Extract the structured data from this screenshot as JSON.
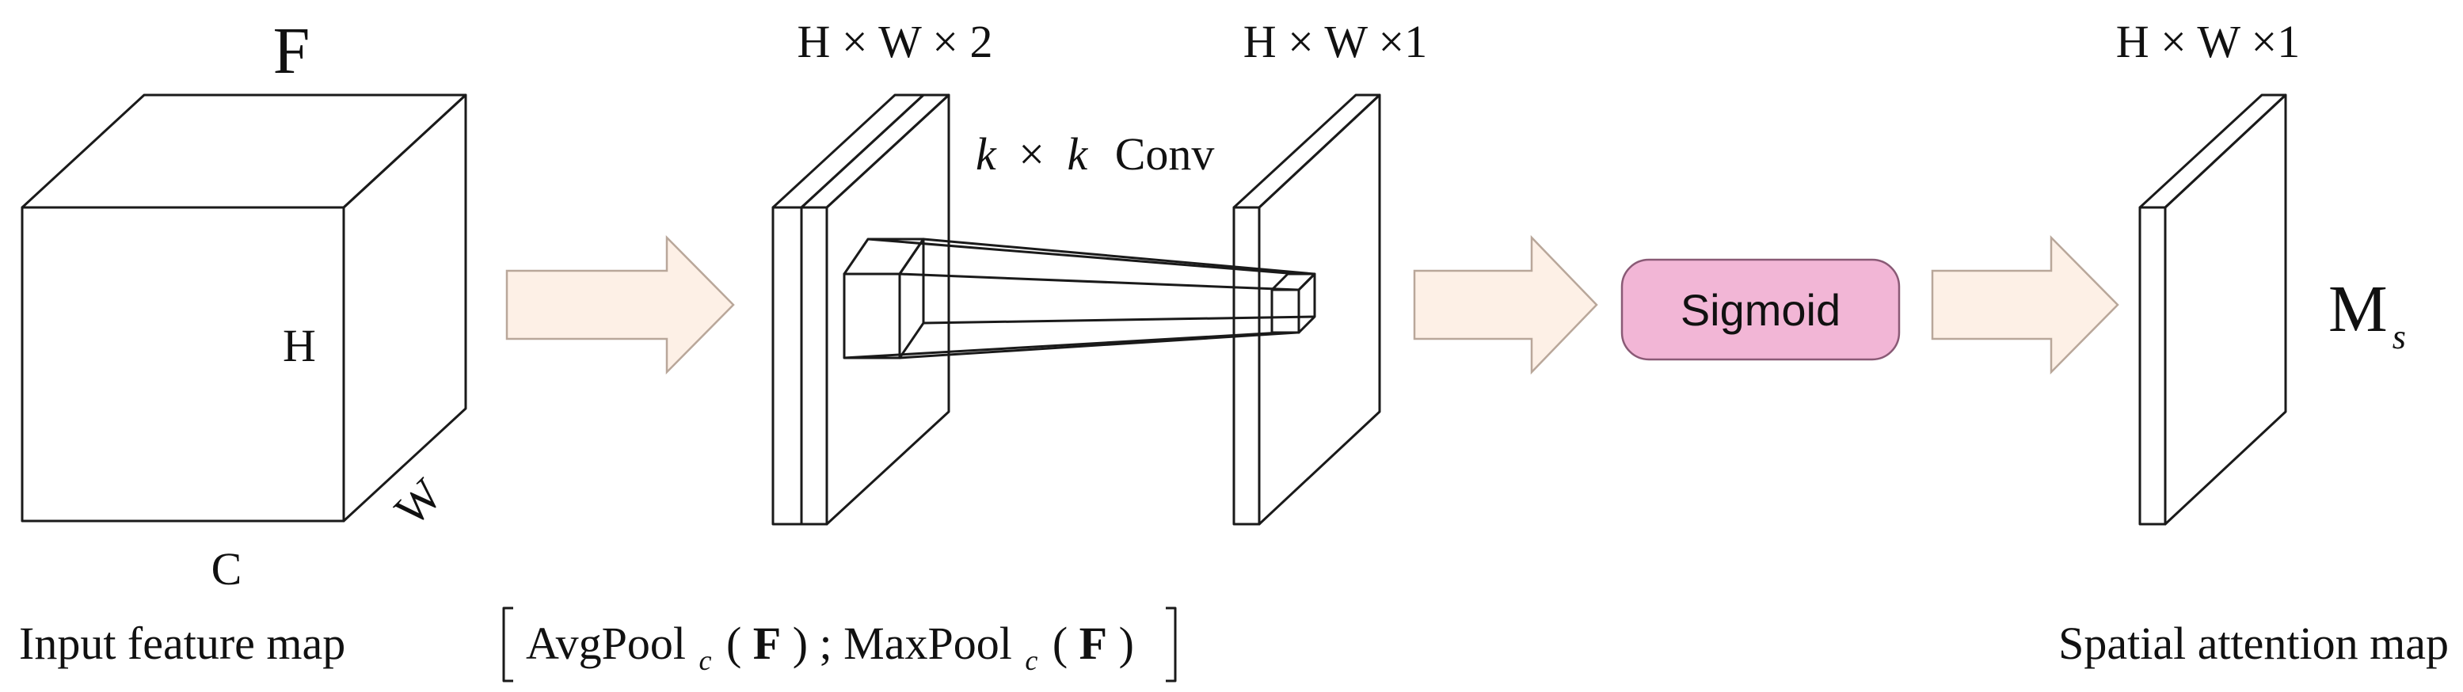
{
  "input": {
    "title": "F",
    "height_label": "H",
    "width_label": "W",
    "channel_label": "C",
    "caption": "Input feature map"
  },
  "pooled": {
    "dims": "H × W × 2",
    "caption_avg": "AvgPool",
    "caption_avg_sub": "c",
    "caption_f": "F",
    "caption_sep": ";",
    "caption_max": "MaxPool",
    "caption_max_sub": "c"
  },
  "conv": {
    "k1": "k",
    "times": "×",
    "k2": "k",
    "label": "Conv",
    "output_dims": "H × W ×1"
  },
  "sigmoid": {
    "label": "Sigmoid"
  },
  "output": {
    "dims": "H × W ×1",
    "symbol": "M",
    "symbol_sub": "s",
    "caption": "Spatial attention map"
  },
  "colors": {
    "cube_fill": "#eeeaf4",
    "arrow_fill": "#fdf0e6",
    "arrow_stroke": "#b9a79a",
    "avg_plane": "#f5f0b6",
    "max_plane": "#d7e3b7",
    "sigmoid_fill": "#f2b6d6",
    "sigmoid_stroke": "#8a5a76",
    "attn_top": "#7e5f9e",
    "attn_bottom": "#dfb0a6"
  }
}
